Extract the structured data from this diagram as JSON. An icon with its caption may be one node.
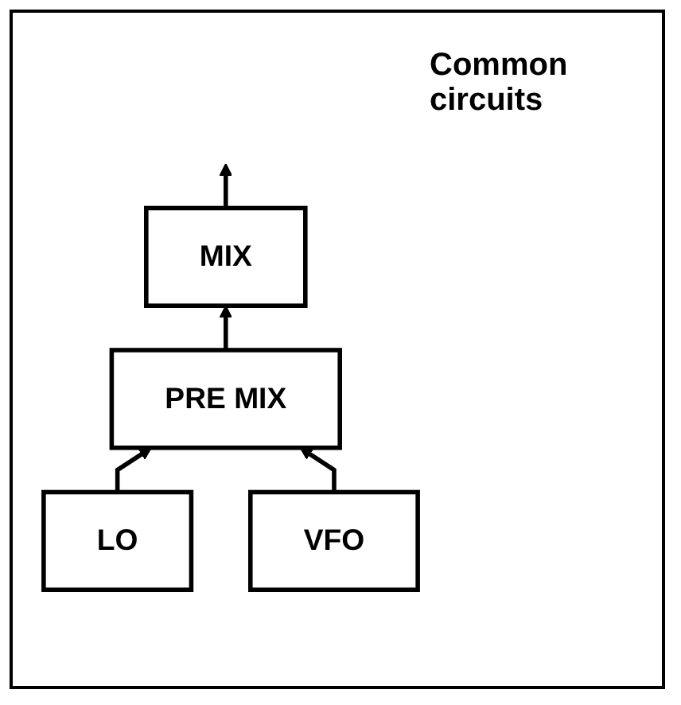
{
  "diagram": {
    "nodes": [
      {
        "text": [
          "MIX"
        ]
      },
      {
        "text": [
          "PRE MIX"
        ]
      },
      {
        "text": [
          "LO"
        ]
      },
      {
        "text": [
          "VFO"
        ]
      }
    ],
    "edges": [
      {
        "from": 0,
        "to": null,
        "arrow": "to"
      },
      {
        "from": 1,
        "to": 0,
        "arrow": "to"
      },
      {
        "from": 2,
        "to": 1,
        "arrow": "to"
      },
      {
        "from": 3,
        "to": 1,
        "arrow": "to"
      }
    ],
    "labels": [
      "Common circuits"
    ]
  }
}
